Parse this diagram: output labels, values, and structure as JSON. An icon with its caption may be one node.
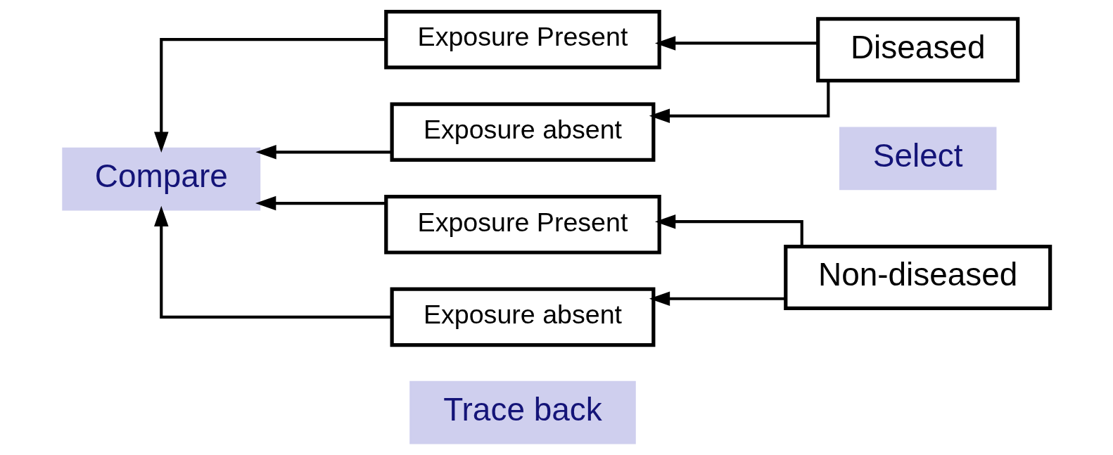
{
  "diagram": {
    "nodes": [
      {
        "text": [
          "Exposure Present"
        ]
      },
      {
        "text": [
          "Exposure absent"
        ]
      },
      {
        "text": [
          "Diseased"
        ]
      },
      {
        "text": [
          "Compare"
        ]
      },
      {
        "text": [
          "Trace back"
        ]
      },
      {
        "text": [
          "Select"
        ]
      },
      {
        "text": [
          "Exposure Present"
        ]
      },
      {
        "text": [
          "Exposure absent"
        ]
      },
      {
        "text": [
          "Non-diseased"
        ]
      }
    ],
    "edges": [
      {
        "from": 2,
        "to": 0,
        "arrow": "to"
      },
      {
        "from": 2,
        "to": 1,
        "arrow": "to"
      },
      {
        "from": 0,
        "to": 3,
        "arrow": "to"
      },
      {
        "from": 1,
        "to": 3,
        "arrow": "to"
      },
      {
        "from": 8,
        "to": 6,
        "arrow": "to"
      },
      {
        "from": 8,
        "to": 7,
        "arrow": "to"
      },
      {
        "from": 6,
        "to": 3,
        "arrow": "to"
      },
      {
        "from": 7,
        "to": 3,
        "arrow": "to"
      }
    ]
  }
}
